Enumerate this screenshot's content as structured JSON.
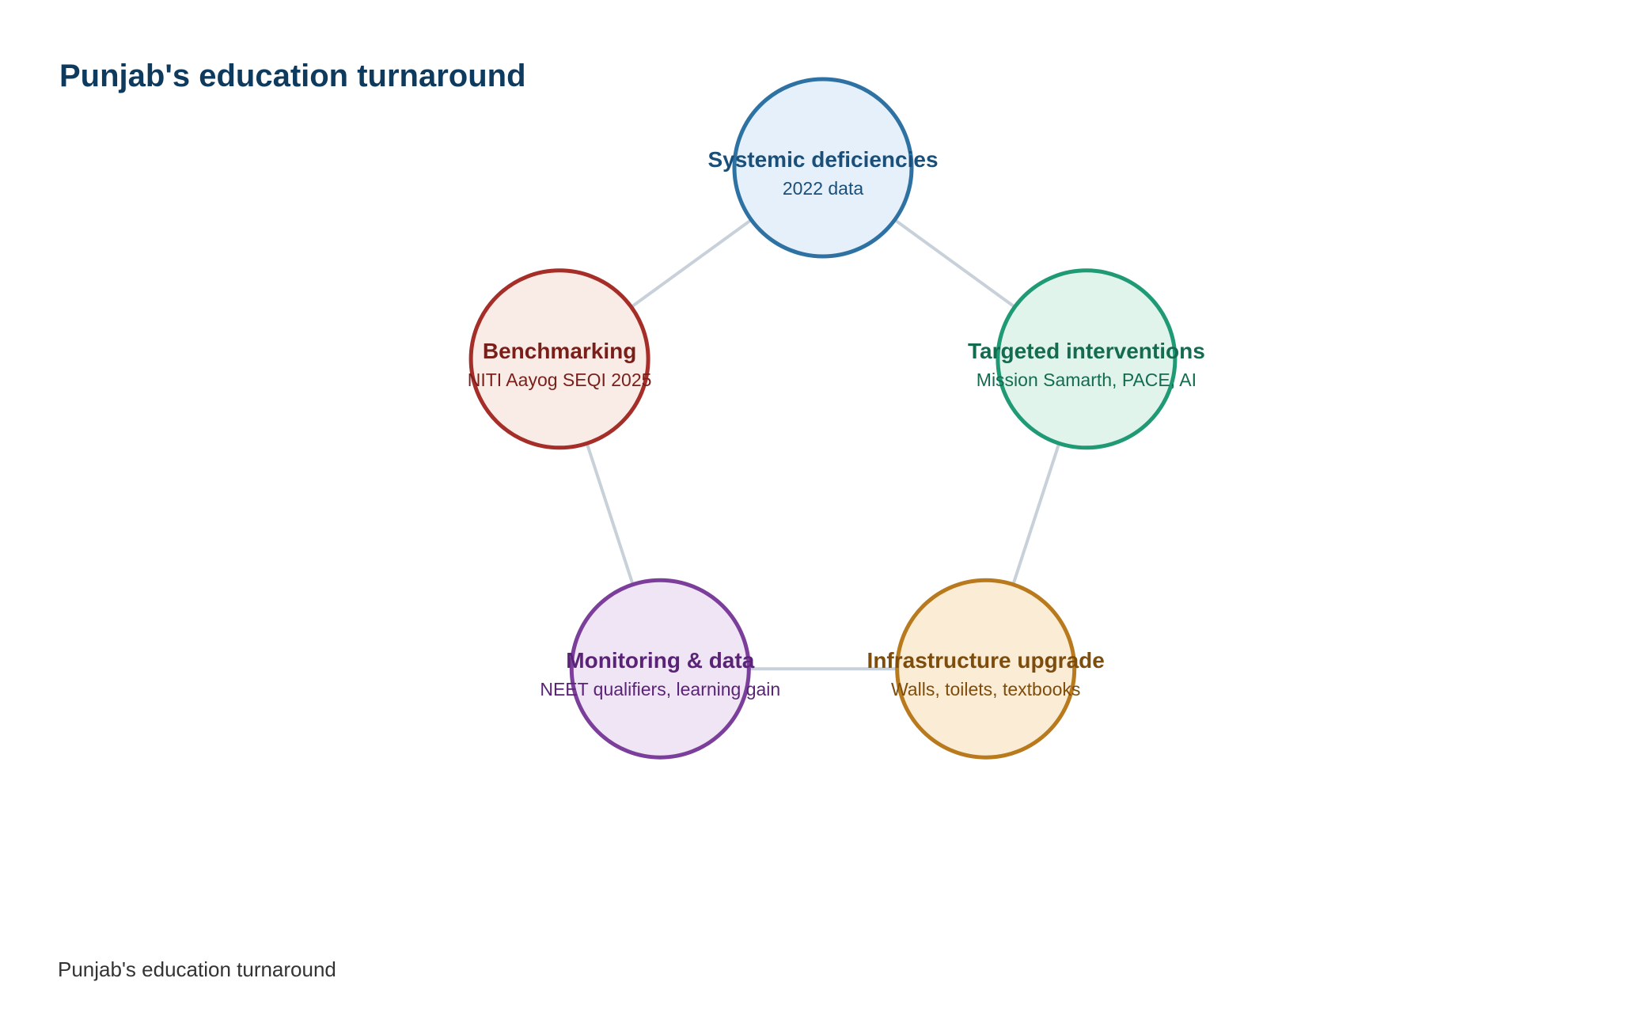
{
  "title": "Punjab's education turnaround",
  "footer": "Punjab's education turnaround",
  "connector_color": "#c8d0da",
  "nodes": [
    {
      "id": "systemic-deficiencies",
      "label": "Systemic deficiencies",
      "sublabel": "2022 data",
      "stroke": "#2e72a4",
      "fill": "#e6f0fa",
      "text_color": "#1a4f7a"
    },
    {
      "id": "targeted-interventions",
      "label": "Targeted interventions",
      "sublabel": "Mission Samarth, PACE, AI",
      "stroke": "#1f9a74",
      "fill": "#e1f4ec",
      "text_color": "#146b50"
    },
    {
      "id": "infrastructure-upgrade",
      "label": "Infrastructure upgrade",
      "sublabel": "Walls, toilets, textbooks",
      "stroke": "#b87a1d",
      "fill": "#fbecd6",
      "text_color": "#7e4d0c"
    },
    {
      "id": "monitoring-data",
      "label": "Monitoring & data",
      "sublabel": "NEET qualifiers, learning gain",
      "stroke": "#7b3f9b",
      "fill": "#efe5f4",
      "text_color": "#5a2378"
    },
    {
      "id": "benchmarking",
      "label": "Benchmarking",
      "sublabel": "NITI Aayog SEQI 2025",
      "stroke": "#a52e28",
      "fill": "#f9ebe5",
      "text_color": "#7a1e1a"
    }
  ],
  "edges": [
    [
      "systemic-deficiencies",
      "targeted-interventions"
    ],
    [
      "targeted-interventions",
      "infrastructure-upgrade"
    ],
    [
      "infrastructure-upgrade",
      "monitoring-data"
    ],
    [
      "monitoring-data",
      "benchmarking"
    ],
    [
      "benchmarking",
      "systemic-deficiencies"
    ]
  ]
}
